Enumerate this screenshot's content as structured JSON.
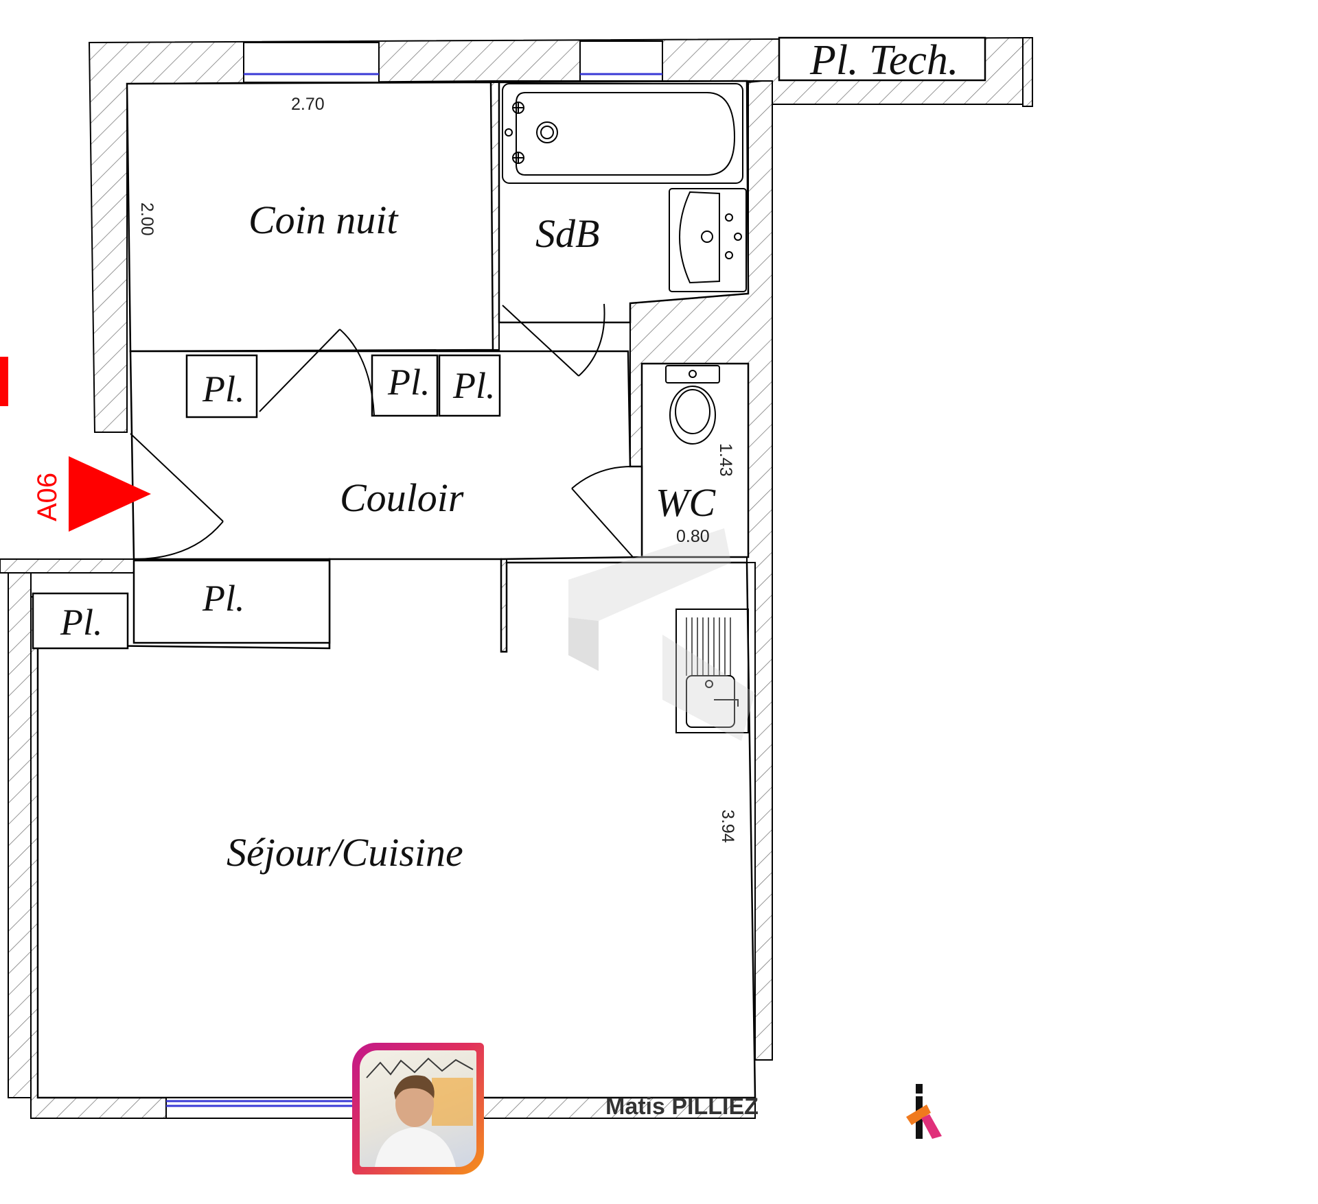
{
  "rooms": {
    "coin_nuit": "Coin nuit",
    "sdb": "SdB",
    "couloir": "Couloir",
    "wc": "WC",
    "sejour": "Séjour/Cuisine",
    "pl_tech": "Pl. Tech.",
    "closet": "Pl."
  },
  "dimensions": {
    "coin_nuit_width": "2.70",
    "coin_nuit_depth": "2.00",
    "wc_length": "1.43",
    "wc_width": "0.80",
    "sejour_length": "3.94"
  },
  "marker": {
    "label": "A06",
    "color": "#ff0000"
  },
  "agent": {
    "name": "Matis PILLIEZ"
  },
  "colors": {
    "wall": "#000000",
    "window": "#3a3ad6",
    "logo_orange": "#f07a1e",
    "logo_pink": "#e0307a"
  },
  "icons": [
    "bathtub-icon",
    "sink-icon",
    "toilet-icon",
    "kitchen-sink-icon",
    "entry-arrow-icon",
    "agent-logo-icon"
  ]
}
